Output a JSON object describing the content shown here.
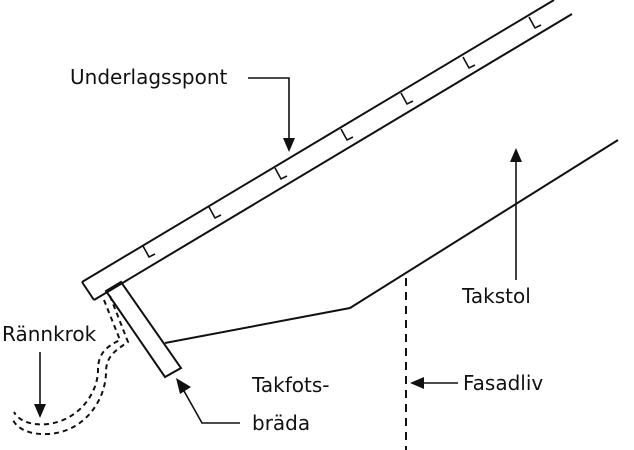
{
  "labels": {
    "underlagspont": "Underlagsspont",
    "takstol": "Takstol",
    "rannkrok": "Rännkrok",
    "takfotsbrada_line1": "Takfots-",
    "takfotsbrada_line2": "bräda",
    "fasadliv": "Fasadliv"
  },
  "colors": {
    "line": "#111111",
    "background": "#ffffff"
  }
}
